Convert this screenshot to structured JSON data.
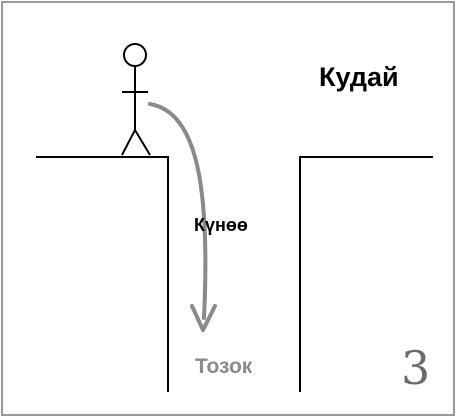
{
  "labels": {
    "god": "Кудай",
    "sin": "Күнөө",
    "hell": "Тозок",
    "slide_number": "3"
  },
  "colors": {
    "border": "#999999",
    "lines": "#000000",
    "arrow": "#8a8a8a",
    "hell_text": "#8a8a8a",
    "number_text": "#6a6a6a"
  },
  "icons": {
    "person": "stick-figure-icon",
    "fall": "curved-arrow-down-icon"
  }
}
